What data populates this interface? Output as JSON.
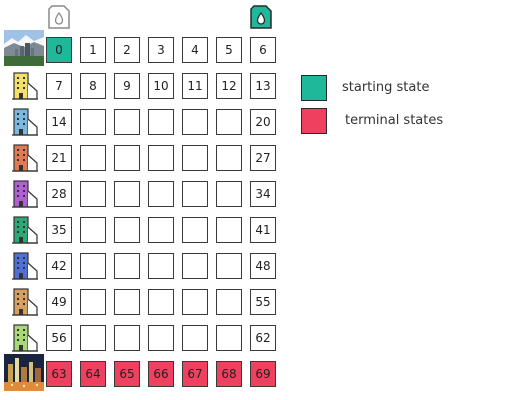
{
  "grid": {
    "rows": [
      [
        "0",
        "1",
        "2",
        "3",
        "4",
        "5",
        "6"
      ],
      [
        "7",
        "8",
        "9",
        "10",
        "11",
        "12",
        "13"
      ],
      [
        "14",
        "",
        "",
        "",
        "",
        "",
        "20"
      ],
      [
        "21",
        "",
        "",
        "",
        "",
        "",
        "27"
      ],
      [
        "28",
        "",
        "",
        "",
        "",
        "",
        "34"
      ],
      [
        "35",
        "",
        "",
        "",
        "",
        "",
        "41"
      ],
      [
        "42",
        "",
        "",
        "",
        "",
        "",
        "48"
      ],
      [
        "49",
        "",
        "",
        "",
        "",
        "",
        "55"
      ],
      [
        "56",
        "",
        "",
        "",
        "",
        "",
        "62"
      ],
      [
        "63",
        "64",
        "65",
        "66",
        "67",
        "68",
        "69"
      ]
    ]
  },
  "colors": {
    "starting": "#1fb89a",
    "terminal": "#f0405f"
  },
  "building_colors": [
    "#f2e06a",
    "#7ab8e0",
    "#e07a55",
    "#b060d0",
    "#2fa878",
    "#5070d8",
    "#d8a060",
    "#a8d878"
  ],
  "legend": {
    "starting_label": "starting state",
    "terminal_label": "terminal states"
  },
  "icons": {
    "top_left": "fuel-can-outline-icon",
    "top_right": "fuel-can-filled-icon",
    "row_0": "los-angeles-skyline-photo",
    "row_9": "las-vegas-night-photo",
    "rows_1_to_8": "building-icon"
  }
}
